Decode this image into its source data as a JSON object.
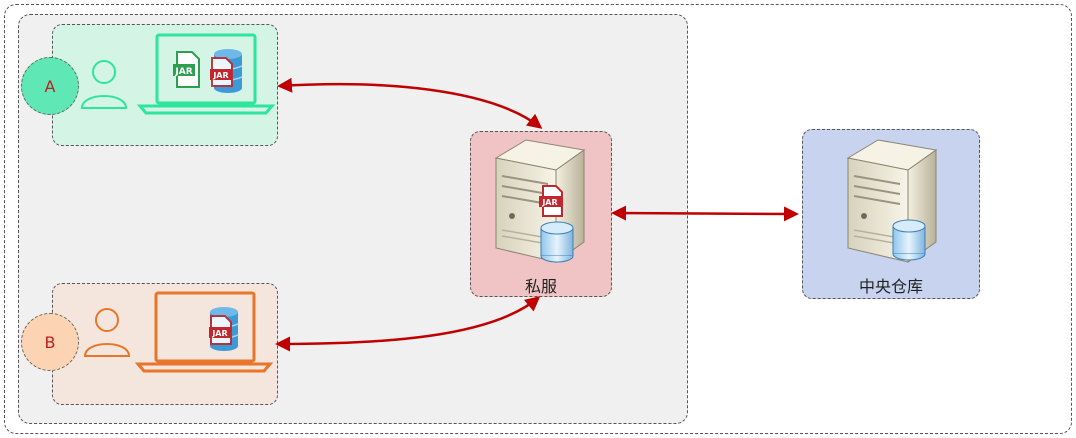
{
  "user_a": {
    "badge": "A",
    "jar_icons": [
      "JAR",
      "JAR"
    ]
  },
  "user_b": {
    "badge": "B",
    "jar_icons": [
      "JAR"
    ]
  },
  "private_server": {
    "label": "私服",
    "jar_icon": "JAR"
  },
  "central_repository": {
    "label": "中央仓库"
  },
  "colors": {
    "arrow": "#c00000",
    "user_a_accent": "#2ee59d",
    "user_b_accent": "#e8752a",
    "jar_green": "#2e9e4f",
    "jar_red": "#c0282e",
    "database": "#3d9ad6"
  },
  "icons": [
    "person-icon",
    "laptop-icon",
    "jar-file-icon",
    "database-icon",
    "server-icon"
  ]
}
